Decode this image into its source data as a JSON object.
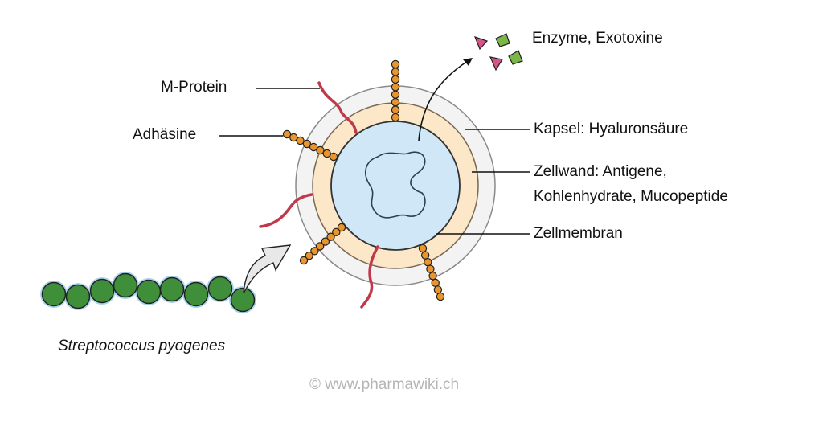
{
  "labels": {
    "m_protein": "M-Protein",
    "adhesins": "Adhäsine",
    "capsule": "Kapsel: Hyaluronsäure",
    "cell_wall_1": "Zellwand: Antigene,",
    "cell_wall_2": "Kohlenhydrate, Mucopeptide",
    "cell_membrane": "Zellmembran",
    "toxins": "Enzyme, Exotoxine",
    "organism": "Streptococcus pyogenes"
  },
  "watermark": "© www.pharmawiki.ch",
  "colors": {
    "capsule": "#f3f3f3",
    "cell_wall": "#fce8c8",
    "cytoplasm": "#d0e7f7",
    "m_protein": "#c0394b",
    "adhesin_bead": "#e8952e",
    "coccus": "#3e8e3a",
    "toxin_pink": "#d9538a",
    "toxin_green": "#7ab648"
  }
}
